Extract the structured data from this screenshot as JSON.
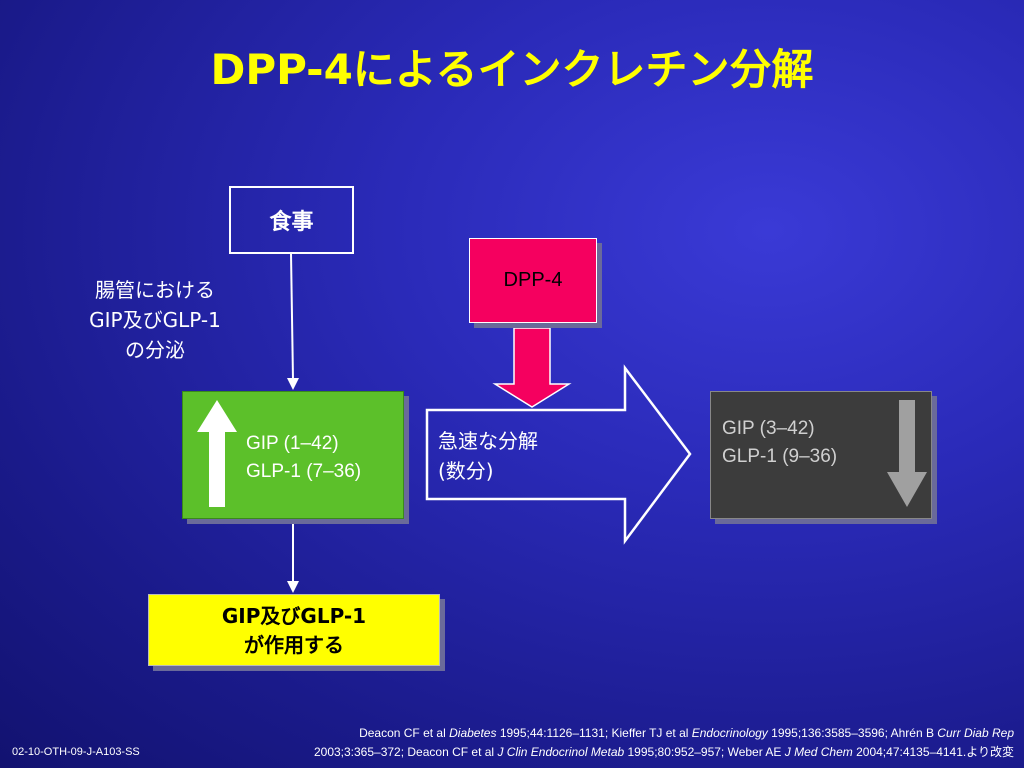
{
  "title": "DPP-4によるインクレチン分解",
  "meal": "食事",
  "secretion": {
    "line1": "腸管における",
    "line2": "GIP及びGLP-1",
    "line3": "の分泌"
  },
  "active": {
    "line1": "GIP (1–42)",
    "line2": "GLP-1 (7–36)"
  },
  "enzyme": "DPP-4",
  "breakdown": {
    "line1": "急速な分解",
    "line2": "(数分)"
  },
  "inactive": {
    "line1": "GIP (3–42)",
    "line2": "GLP-1 (9–36)"
  },
  "action": {
    "line1": "GIP及びGLP-1",
    "line2": "が作用する"
  },
  "footer_code": "02-10-OTH-09-J-A103-SS",
  "references": {
    "r1a": "Deacon CF et al ",
    "r1j": "Diabetes",
    "r1b": " 1995;44:1126–1131; Kieffer TJ et al ",
    "r2j": "Endocrinology",
    "r2b": " 1995;136:3585–3596; Ahrén B ",
    "r3j": "Curr Diab Rep",
    "r3b": "2003;3:365–372; Deacon CF et al ",
    "r4j": "J Clin Endocrinol Metab",
    "r4b": " 1995;80:952–957; Weber AE ",
    "r5j": "J Med Chem",
    "r5b": " 2004;47:4135–4141.より改変"
  },
  "colors": {
    "title": "#ffff00",
    "active_box": "#5cc02a",
    "enzyme_box": "#f5005f",
    "inactive_box": "#3c3c3c",
    "action_box": "#ffff00"
  }
}
